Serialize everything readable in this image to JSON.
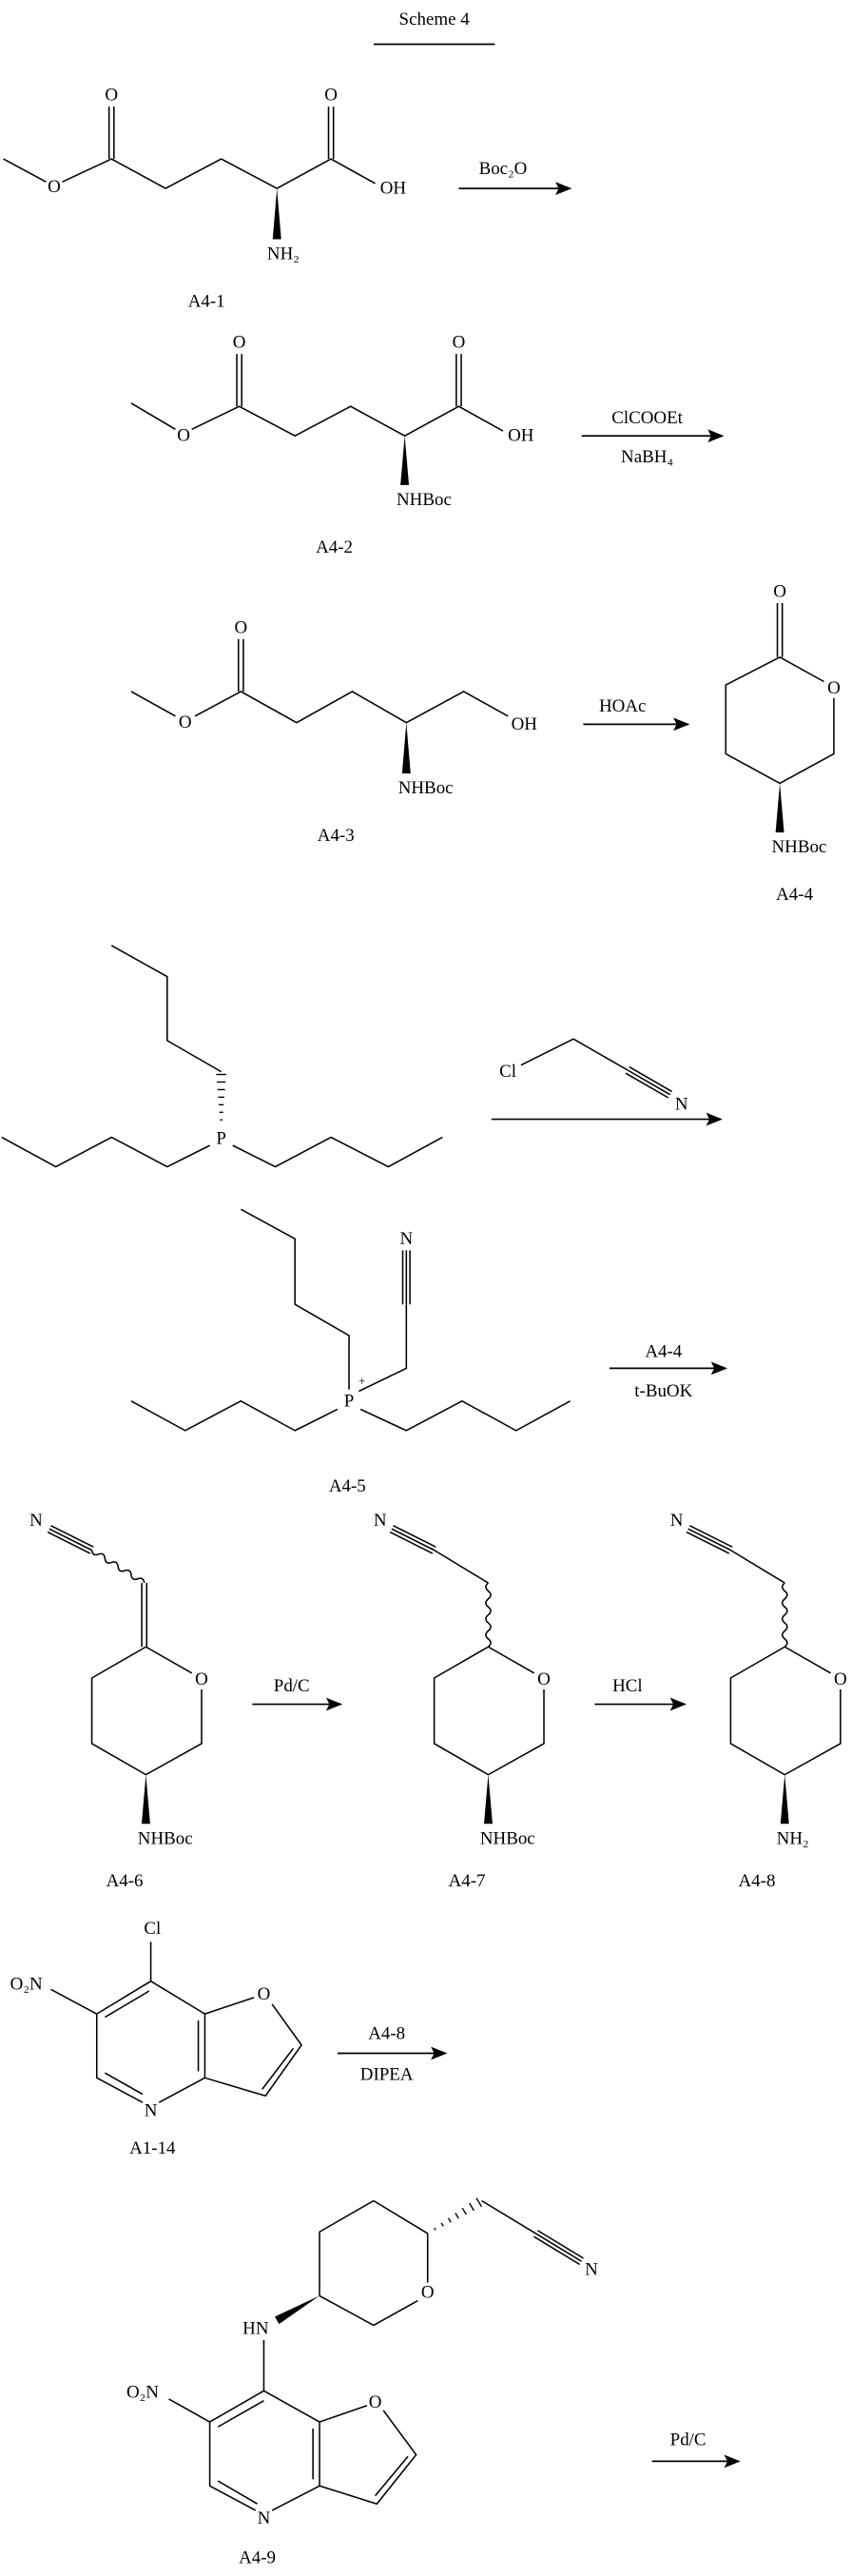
{
  "title": "Scheme 4",
  "atoms": {
    "O": "O",
    "OH": "OH",
    "N": "N",
    "NHBoc": "NHBoc",
    "NH2": "NH₂",
    "P": "P",
    "plus": "+",
    "Cl": "Cl",
    "HN": "HN",
    "O2N": "O₂N"
  },
  "compounds": {
    "a4_1": "A4-1",
    "a4_2": "A4-2",
    "a4_3": "A4-3",
    "a4_4": "A4-4",
    "a4_5": "A4-5",
    "a4_6": "A4-6",
    "a4_7": "A4-7",
    "a4_8": "A4-8",
    "a1_14": "A1-14",
    "a4_9": "A4-9"
  },
  "reagents": {
    "step1": "Boc₂O",
    "step2_top": "ClCOOEt",
    "step2_bottom": "NaBH₄",
    "step3": "HOAc",
    "step5_top": "A4-4",
    "step5_bottom": "t-BuOK",
    "step6": "Pd/C",
    "step7": "HCl",
    "step8_top": "A4-8",
    "step8_bottom": "DIPEA",
    "step9": "Pd/C"
  }
}
